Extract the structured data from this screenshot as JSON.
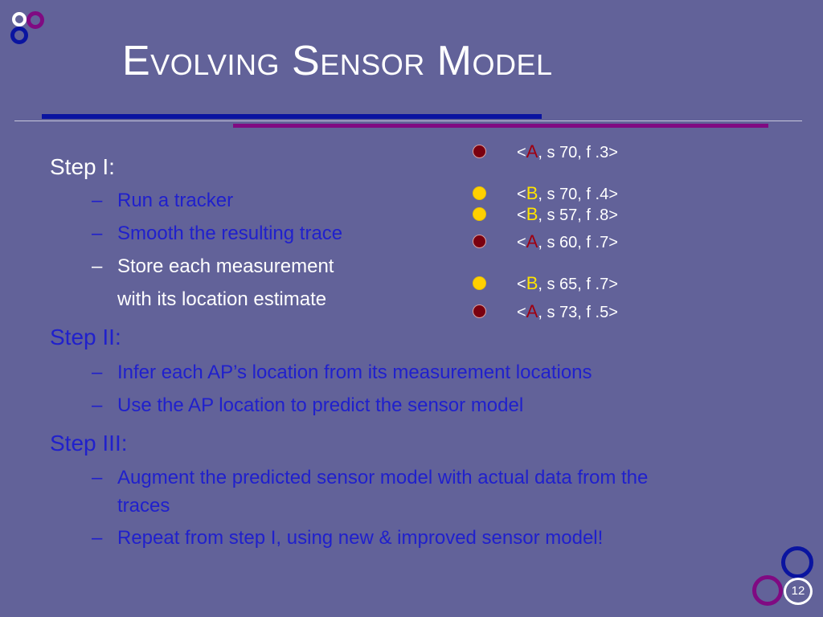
{
  "slide": {
    "title": "Evolving Sensor Model",
    "page_number": "12",
    "colors": {
      "background": "#626299",
      "accent_blue": "#0a14a0",
      "accent_purple": "#800a82"
    }
  },
  "steps": {
    "step1": {
      "label": "Step I:",
      "items": [
        "Run a tracker",
        "Smooth the resulting trace",
        "Store each measurement"
      ],
      "item3_cont": "with its location estimate"
    },
    "step2": {
      "label": "Step II:",
      "items": [
        "Infer each AP’s location from its measurement locations",
        "Use the AP location to predict the sensor model"
      ]
    },
    "step3": {
      "label": "Step III:",
      "items": [
        "Augment the predicted sensor model with actual data from the",
        "Repeat from step I, using new & improved sensor model!"
      ],
      "item1_cont": "traces"
    }
  },
  "measurements": [
    {
      "open": "<",
      "ap": "A",
      "rest": ", s 70, f .3>",
      "color": "red"
    },
    {
      "open": "<",
      "ap": "B",
      "rest": ", s 70, f .4>",
      "color": "yellow"
    },
    {
      "open": "<",
      "ap": "B",
      "rest": ", s 57, f .8>",
      "color": "yellow"
    },
    {
      "open": "<",
      "ap": "A",
      "rest": ", s 60, f .7>",
      "color": "red"
    },
    {
      "open": "<",
      "ap": "B",
      "rest": ", s 65, f .7>",
      "color": "yellow"
    },
    {
      "open": "<",
      "ap": "A",
      "rest": ", s 73, f .5>",
      "color": "red"
    }
  ],
  "dash": "–"
}
